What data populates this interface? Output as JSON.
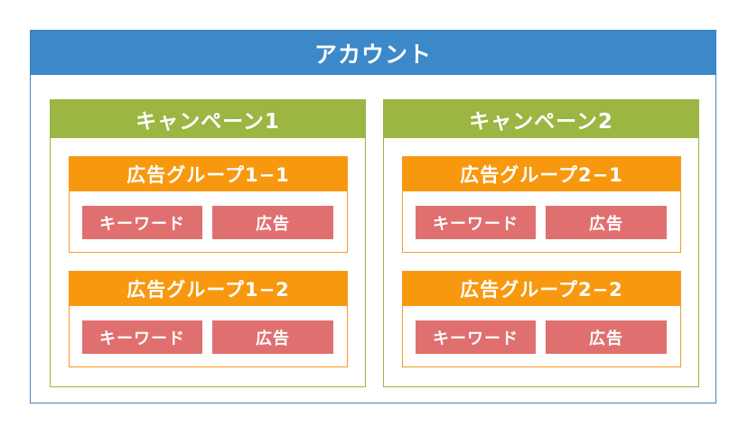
{
  "account": {
    "label": "アカウント"
  },
  "campaigns": [
    {
      "label": "キャンペーン1",
      "ad_groups": [
        {
          "label": "広告グループ1−1",
          "keyword_label": "キーワード",
          "ad_label": "広告"
        },
        {
          "label": "広告グループ1−2",
          "keyword_label": "キーワード",
          "ad_label": "広告"
        }
      ]
    },
    {
      "label": "キャンペーン2",
      "ad_groups": [
        {
          "label": "広告グループ2−1",
          "keyword_label": "キーワード",
          "ad_label": "広告"
        },
        {
          "label": "広告グループ2−2",
          "keyword_label": "キーワード",
          "ad_label": "広告"
        }
      ]
    }
  ],
  "colors": {
    "account": "#3c88c9",
    "campaign": "#9bb643",
    "ad_group": "#f7980f",
    "item": "#e07070"
  }
}
